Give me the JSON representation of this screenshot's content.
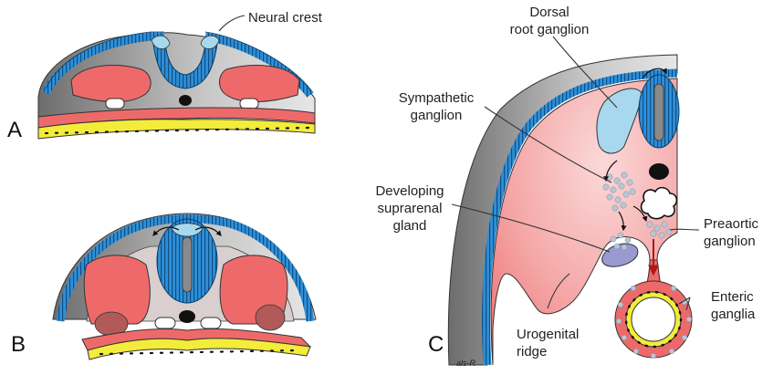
{
  "panels": {
    "a": "A",
    "b": "B",
    "c": "C"
  },
  "labels": {
    "neural_crest": "Neural crest",
    "dorsal_root": [
      "Dorsal",
      "root ganglion"
    ],
    "sympathetic": [
      "Sympathetic",
      "ganglion"
    ],
    "suprarenal": [
      "Developing",
      "suprarenal",
      "gland"
    ],
    "preaortic": [
      "Preaortic",
      "ganglion"
    ],
    "enteric": [
      "Enteric",
      "ganglia"
    ],
    "urogenital": [
      "Urogenital",
      "ridge"
    ],
    "signature": "als-R"
  },
  "colors": {
    "ectoderm_blue": "#2f8fd6",
    "crest_light_blue": "#a7d8ee",
    "mesoderm_red": "#ee6a6a",
    "body_pink": "#f7b9b9",
    "gray": "#c9c9c9",
    "endoderm_yellow": "#f3ec3a",
    "suprarenal_purple": "#9a9ad0"
  }
}
